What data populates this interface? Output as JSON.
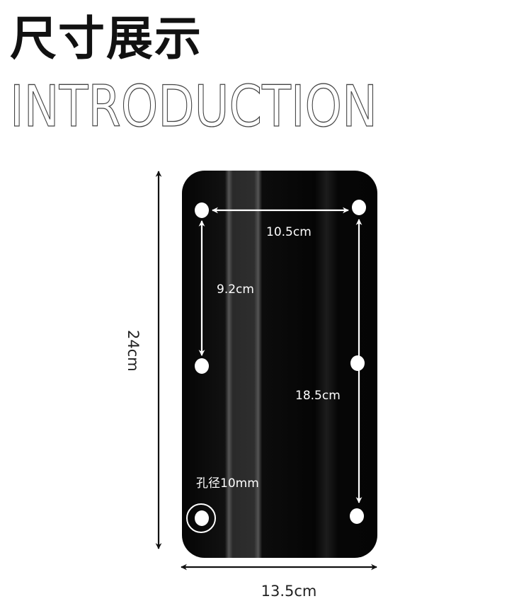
{
  "header": {
    "title": "尺寸展示",
    "subtitle": "INTRODUCTION"
  },
  "dimensions": {
    "hole_spacing_horizontal": "10.5cm",
    "hole_spacing_vertical_short": "9.2cm",
    "hole_spacing_vertical_long": "18.5cm",
    "hole_diameter": "孔径10mm",
    "plate_height": "24cm",
    "plate_width": "13.5cm"
  },
  "colors": {
    "plate": "#0a0a0a",
    "arrows_on_plate": "#ffffff",
    "arrows_outside": "#111111"
  }
}
